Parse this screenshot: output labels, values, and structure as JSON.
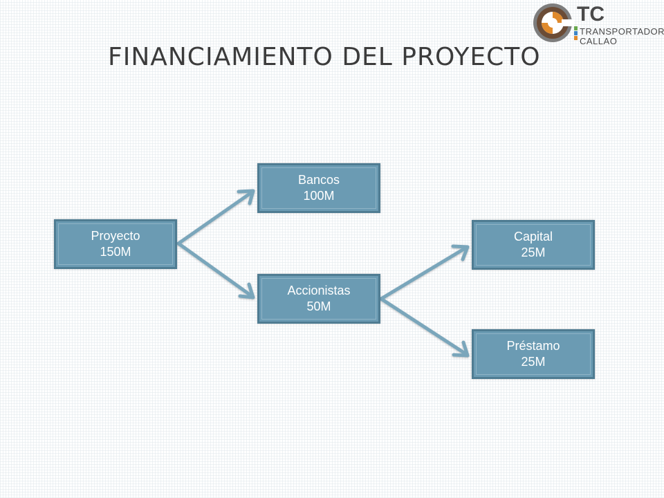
{
  "slide": {
    "title": "FINANCIAMIENTO DEL PROYECTO"
  },
  "logo": {
    "initials": "TC",
    "line1": "TRANSPORTADORA",
    "line2": "CALLAO",
    "colors": {
      "orange": "#e08a2c",
      "brown": "#6b4c36",
      "gray": "#7d7d7d",
      "green": "#6aa84f",
      "blue": "#3d85c6"
    }
  },
  "nodes": {
    "proyecto": {
      "label": "Proyecto",
      "value": "150M"
    },
    "bancos": {
      "label": "Bancos",
      "value": "100M"
    },
    "accionistas": {
      "label": "Accionistas",
      "value": "50M"
    },
    "capital": {
      "label": "Capital",
      "value": "25M"
    },
    "prestamo": {
      "label": "Préstamo",
      "value": "25M"
    }
  },
  "colors": {
    "node_fill": "#6b9bb3",
    "node_border": "#4f7c92",
    "arrow": "#7aa6bb",
    "title_text": "#3b3b3b"
  }
}
